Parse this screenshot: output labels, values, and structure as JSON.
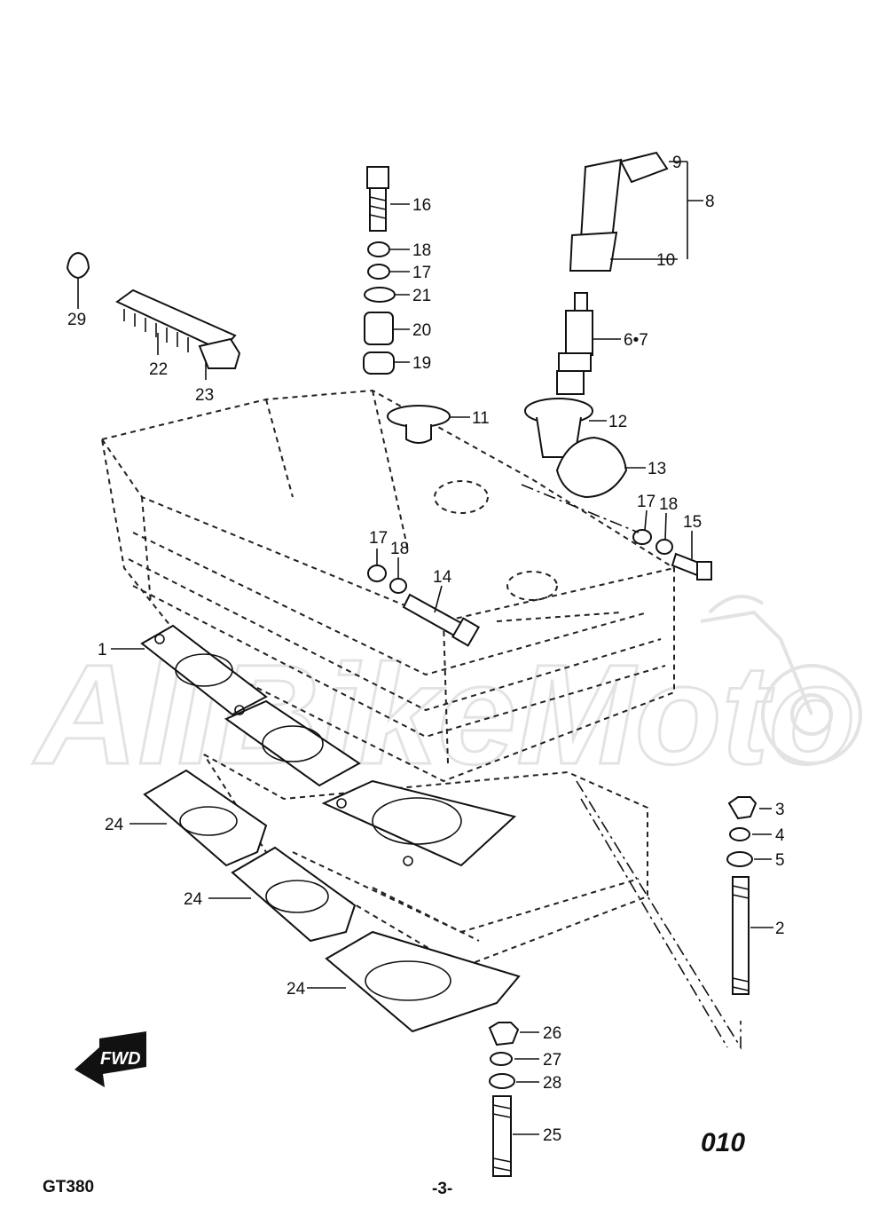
{
  "watermark": "AllBikeMoto",
  "fwd_label": "FWD",
  "model": "GT380",
  "page_number": "-3-",
  "figure_code": "010",
  "callouts": [
    "1",
    "2",
    "3",
    "4",
    "5",
    "6•7",
    "8",
    "9",
    "10",
    "11",
    "12",
    "13",
    "14",
    "15",
    "16",
    "17",
    "18",
    "19",
    "20",
    "21",
    "22",
    "23",
    "24",
    "25",
    "26",
    "27",
    "28",
    "29"
  ]
}
